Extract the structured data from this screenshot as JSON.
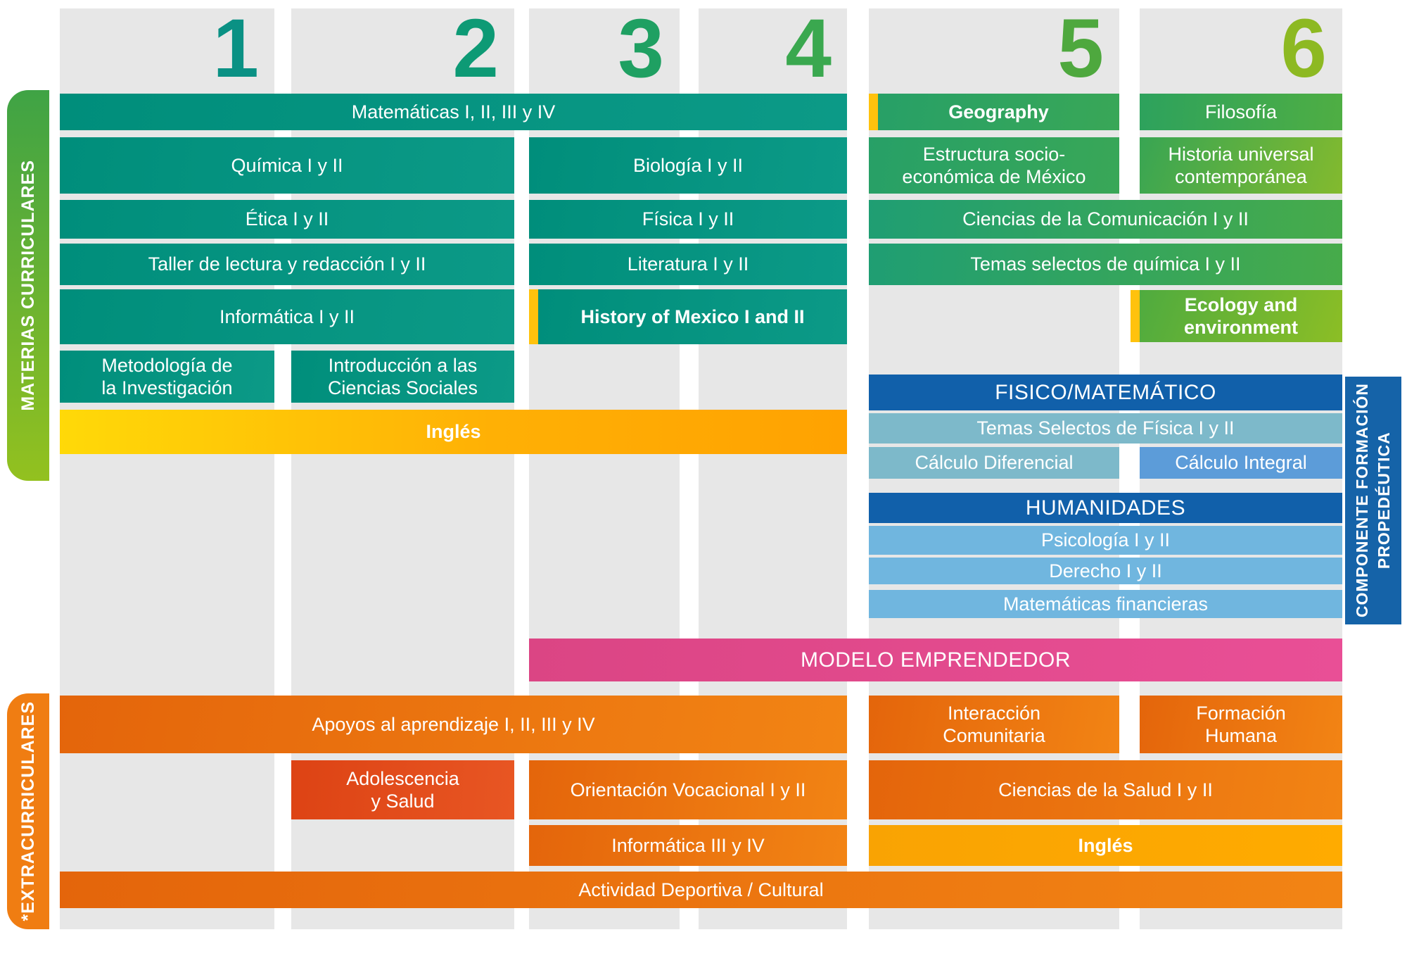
{
  "palette": {
    "column_bg": "#e7e7e7",
    "teal": "#00907d",
    "green_sem5": "#2aa164",
    "green_sem6": "#49ab47",
    "yellow_stripe": "#ffc20d",
    "dark_blue": "#1160aa",
    "light_blue_fisico": "#7db9ca",
    "blue_calculo_integral": "#5c9cd9",
    "light_blue_humanidades": "#70b6df",
    "pink": "#e2498d",
    "orange": "#ef7b10",
    "red_orange": "#e2491b",
    "amber": "#ffa502",
    "yellow": "#ffd908"
  },
  "semesters": [
    {
      "num": "1",
      "color": "#0a9184"
    },
    {
      "num": "2",
      "color": "#0d9a75"
    },
    {
      "num": "3",
      "color": "#1fa062"
    },
    {
      "num": "4",
      "color": "#3aa84f"
    },
    {
      "num": "5",
      "color": "#4ea83e"
    },
    {
      "num": "6",
      "color": "#8db922"
    }
  ],
  "sidebars": {
    "materias": "MATERIAS CURRICULARES",
    "extracurriculares": "*EXTRACURRICULARES",
    "propedeutica": "COMPONENTE FORMACIÓN\nPROPEDÉUTICA"
  },
  "courses": {
    "matematicas": "Matemáticas I, II, III y IV",
    "geography": "Geography",
    "filosofia": "Filosofía",
    "quimica": "Química I y II",
    "biologia": "Biología I y II",
    "estructura": "Estructura socio-\neconómica de México",
    "historia_universal": "Historia universal\ncontemporánea",
    "etica": "Ética I y II",
    "fisica": "Física I y II",
    "comunicacion": "Ciencias de la Comunicación I y II",
    "taller_lectura": "Taller de lectura y redacción I y II",
    "literatura": "Literatura I y II",
    "temas_quimica": "Temas selectos de química I y II",
    "informatica_1_2": "Informática I y II",
    "history_mexico": "History of Mexico I and II",
    "ecology": "Ecology and\nenvironment",
    "metodologia": "Metodología de\nla Investigación",
    "introduccion_sociales": "Introducción a las\nCiencias Sociales",
    "ingles_top": "Inglés",
    "fisico_matematico": "FISICO/MATEMÁTICO",
    "temas_fisica": "Temas Selectos de Física I y II",
    "calculo_diferencial": "Cálculo Diferencial",
    "calculo_integral": "Cálculo Integral",
    "humanidades": "HUMANIDADES",
    "psicologia": "Psicología I y II",
    "derecho": "Derecho I y II",
    "matematicas_financieras": "Matemáticas financieras",
    "modelo_emprendedor": "MODELO EMPRENDEDOR",
    "apoyos": "Apoyos al aprendizaje I, II, III y IV",
    "interaccion": "Interacción\nComunitaria",
    "formacion_humana": "Formación\nHumana",
    "adolescencia": "Adolescencia\ny Salud",
    "orientacion": "Orientación Vocacional I y II",
    "ciencias_salud": "Ciencias de la Salud I y II",
    "informatica_3_4": "Informática III y IV",
    "ingles_bottom": "Inglés",
    "actividad": "Actividad Deportiva / Cultural"
  }
}
